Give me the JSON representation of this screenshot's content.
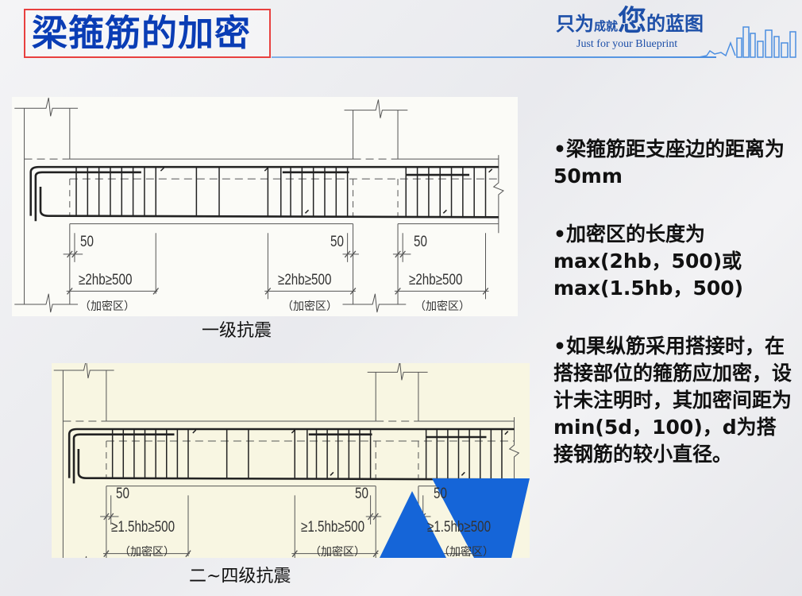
{
  "header": {
    "title": "梁箍筋的加密",
    "logo": {
      "cn_part1": "只为",
      "cn_part2": "成就",
      "cn_part3": "您",
      "cn_part4": "的蓝图",
      "en": "Just for your Blueprint"
    }
  },
  "colors": {
    "title": "#0a3db5",
    "title_border": "#e8403f",
    "accent_blue": "#1565d8"
  },
  "figures": [
    {
      "caption": "一级抗震",
      "dim_50": [
        "50",
        "50",
        "50"
      ],
      "dim_length": [
        "≥2hb≥500",
        "≥2hb≥500",
        "≥2hb≥500"
      ],
      "zone_label": [
        "（加密区）",
        "（加密区）",
        "（加密区）"
      ]
    },
    {
      "caption": "二~四级抗震",
      "dim_50": [
        "50",
        "50",
        "50"
      ],
      "dim_length": [
        "≥1.5hb≥500",
        "≥1.5hb≥500",
        "≥1.5hb≥500"
      ],
      "zone_label": [
        "（加密区）",
        "（加密区）",
        "（加密区）"
      ]
    }
  ],
  "bullets": [
    "•梁箍筋距支座边的距离为50mm",
    "•加密区的长度为max(2hb，500)或max(1.5hb，500)",
    "•如果纵筋采用搭接时，在搭接部位的箍筋应加密，设计未注明时，其加密间距为min(5d，100)，d为搭接钢筋的较小直径。"
  ]
}
